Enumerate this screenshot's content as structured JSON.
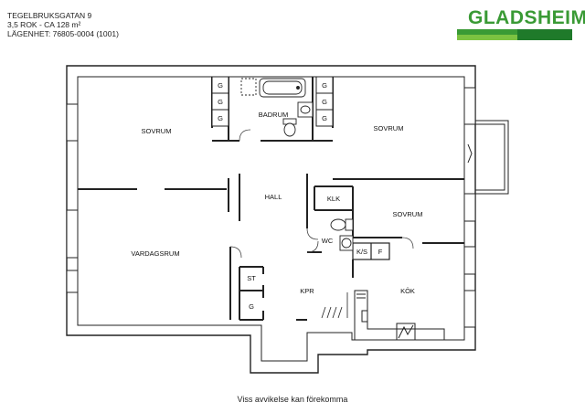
{
  "header": {
    "address": "TEGELBRUKSGATAN 9",
    "size": "3,5 ROK - CA 128 m²",
    "apartment": "LÄGENHET:  76805-0004 (1001)"
  },
  "logo": {
    "text": "GLADSHEIM",
    "color": "#3a9a35",
    "accent": "#7cc241",
    "dark": "#1f7a2a"
  },
  "rooms": {
    "sovrum_left": "SOVRUM",
    "badrum": "BADRUM",
    "sovrum_right": "SOVRUM",
    "hall": "HALL",
    "klk": "KLK",
    "sovrum_mid": "SOVRUM",
    "wc": "WC",
    "ks": "K/S",
    "f": "F",
    "vardagsrum": "VARDAGSRUM",
    "st": "ST",
    "g_small": "G",
    "kpr": "KPR",
    "kok": "KÖK"
  },
  "closets": {
    "label": "G"
  },
  "footer": "Viss avvikelse kan förekomma"
}
